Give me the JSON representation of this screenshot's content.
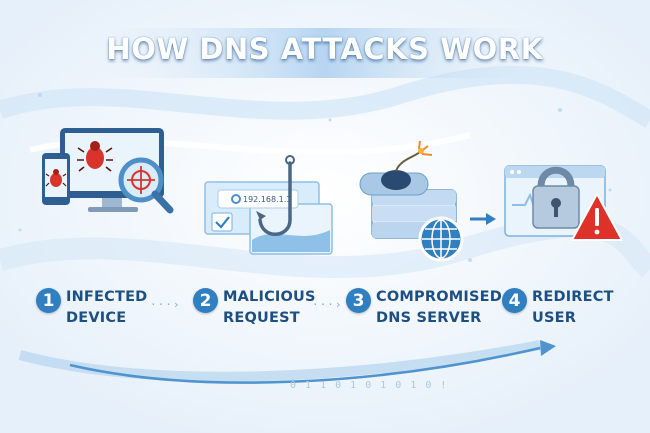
{
  "title": "HOW DNS ATTACKS WORK",
  "steps": [
    {
      "number": "1",
      "line1": "INFECTED",
      "line2": "DEVICE",
      "icon": "infected-computer-icon"
    },
    {
      "number": "2",
      "line1": "MALICIOUS",
      "line2": "REQUEST",
      "icon": "phishing-hook-icon"
    },
    {
      "number": "3",
      "line1": "COMPROMISED",
      "line2": "DNS SERVER",
      "icon": "bomb-server-icon"
    },
    {
      "number": "4",
      "line1": "REDIRECT",
      "line2": "USER",
      "icon": "locked-browser-warning-icon"
    }
  ],
  "connector": "···›",
  "address_bar_text": "192.168.1.1",
  "binary_text": "0 1 1 0 1 0  1 0 1 0 !",
  "colors": {
    "accent": "#2f7fc1",
    "label": "#1e4f83",
    "warning": "#e0302a",
    "bug": "#d9342b"
  }
}
